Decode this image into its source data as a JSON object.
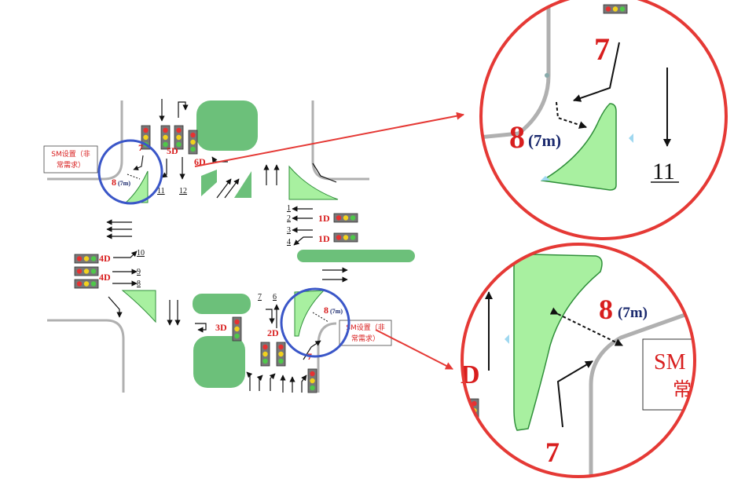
{
  "colors": {
    "island": "#a8f0a0",
    "island_stroke": "#2f8f3a",
    "median": "#6cc07a",
    "road": "#b0b0b0",
    "red_label": "#d81e1e",
    "blue_label": "#1b2a6e",
    "zoom": "#e53935",
    "highlight": "#3a56c8"
  },
  "icons": {
    "signal": "traffic-signal-icon",
    "arrow": "lane-arrow-icon"
  },
  "labels": {
    "left_note_line1": "SM设置（非",
    "left_note_line2": "常需求）",
    "right_note_line1": "SM设置（非",
    "right_note_line2": "常需求）",
    "nw_conflict_num": "7",
    "nw_conflict_num2": "8",
    "nw_distance": "(7m)",
    "lane_11": "11",
    "lane_12": "12",
    "signal_5D": "5D",
    "signal_6D": "6D",
    "lane_1": "1",
    "lane_2": "2",
    "lane_3": "3",
    "lane_4": "4",
    "signal_1D_top": "1D",
    "signal_1D_bottom": "1D",
    "lane_10": "10",
    "lane_9": "9",
    "lane_8": "8",
    "signal_4D_top": "4D",
    "signal_4D_bottom": "4D",
    "lane_7": "7",
    "lane_6": "6",
    "se_conflict_num": "8",
    "se_distance": "(7m)",
    "signal_3D": "3D",
    "signal_2D": "2D",
    "se_num7": "7",
    "zoom1_num7": "7",
    "zoom1_num8": "8",
    "zoom1_distance": "(7m)",
    "zoom1_lane11": "11",
    "zoom2_num8": "8",
    "zoom2_distance": "(7m)",
    "zoom2_num7": "7",
    "zoom2_note1": "SM",
    "zoom2_note2": "常",
    "zoom2_cut_label": "D"
  }
}
